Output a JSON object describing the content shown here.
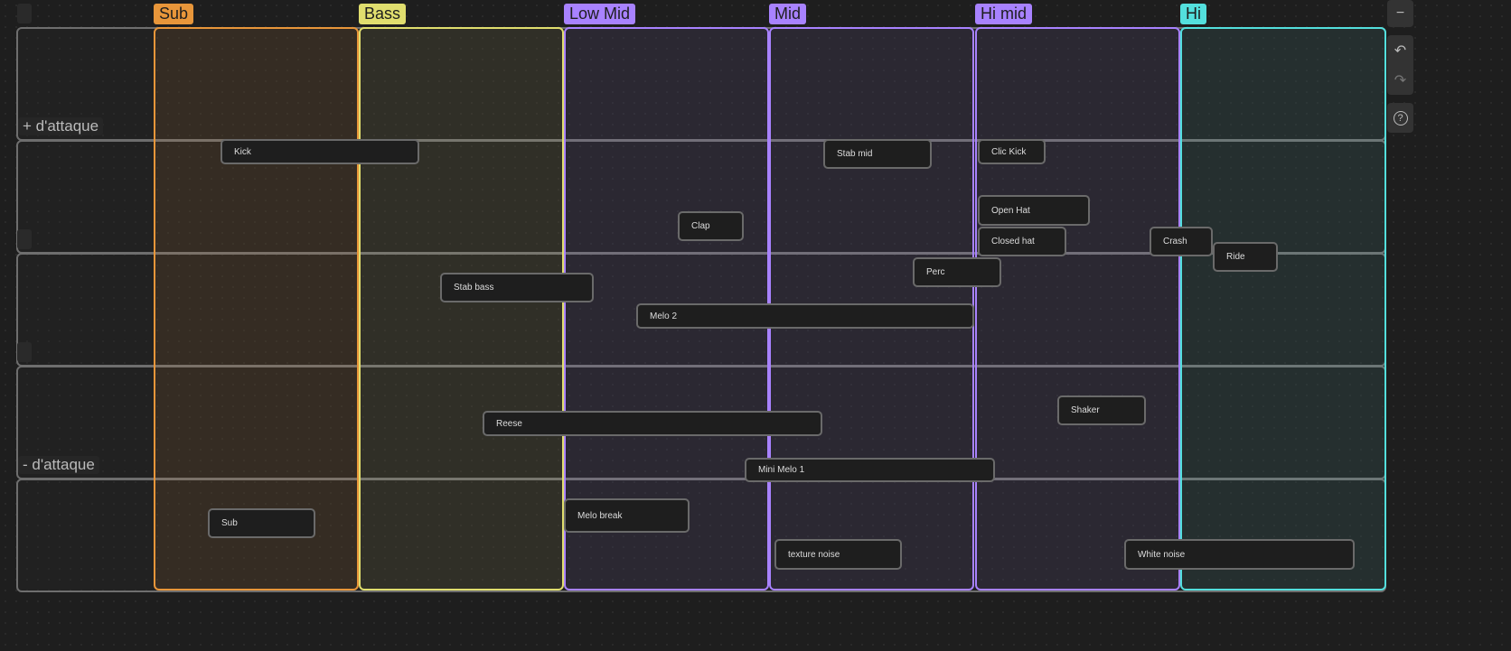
{
  "columns": [
    {
      "label": "Sub",
      "color": "#e8963a",
      "bg": "rgba(232,150,58,0.1)"
    },
    {
      "label": "Bass",
      "color": "#e0de6e",
      "bg": "rgba(224,222,110,0.08)"
    },
    {
      "label": "Low Mid",
      "color": "#a882ff",
      "bg": "rgba(168,130,255,0.08)"
    },
    {
      "label": "Mid",
      "color": "#a882ff",
      "bg": "rgba(168,130,255,0.08)"
    },
    {
      "label": "Hi mid",
      "color": "#a882ff",
      "bg": "rgba(168,130,255,0.08)"
    },
    {
      "label": "Hi",
      "color": "#53dfdd",
      "bg": "rgba(83,223,221,0.08)"
    }
  ],
  "row_labels": {
    "top": "+ d'attaque",
    "bottom": "- d'attaque"
  },
  "cards": [
    "Kick",
    "Stab mid",
    "Clic Kick",
    "Clap",
    "Open Hat",
    "Closed hat",
    "Crash",
    "Ride",
    "Perc",
    "Stab bass",
    "Melo 2",
    "Shaker",
    "Reese",
    "Mini Melo 1",
    "Sub",
    "Melo break",
    "texture noise",
    "White noise"
  ],
  "toolbar": {
    "zoom_out": "−",
    "undo": "↶",
    "redo": "↷",
    "help": "?"
  }
}
